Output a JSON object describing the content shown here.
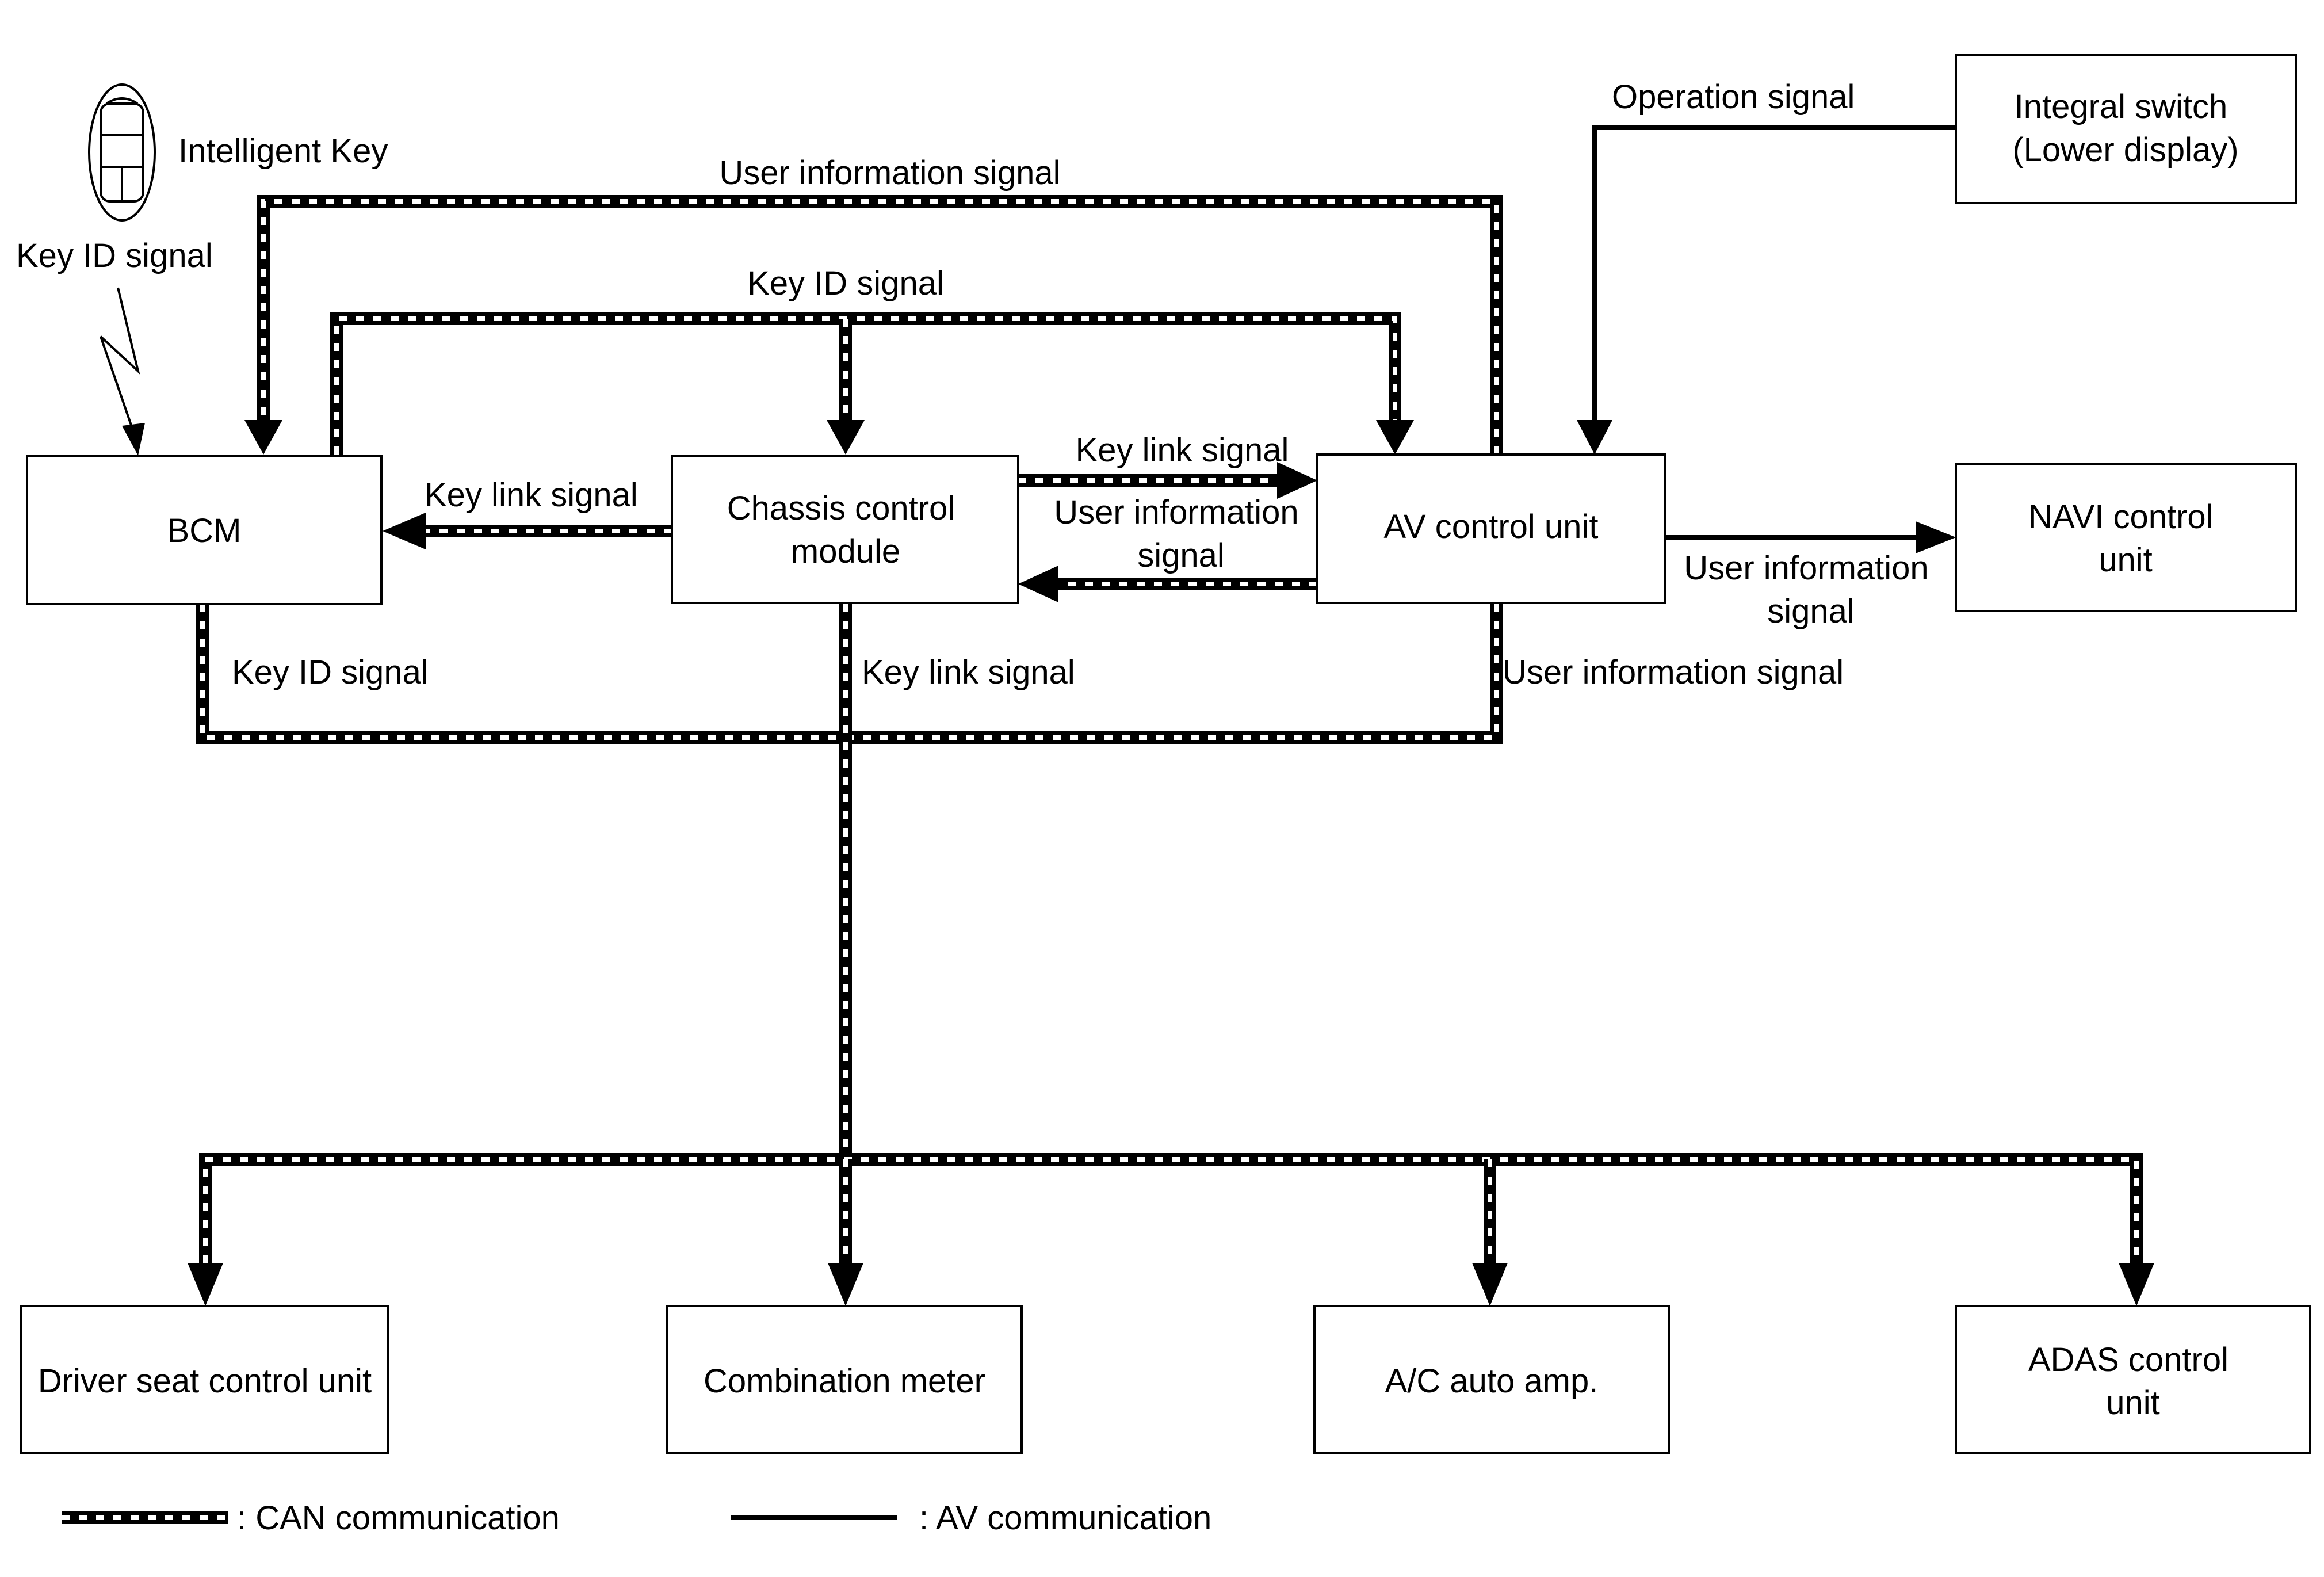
{
  "units": {
    "bcm": [
      "BCM"
    ],
    "chassis": [
      "Chassis control",
      "module"
    ],
    "av": [
      "AV control unit"
    ],
    "navi": [
      "NAVI control",
      "unit"
    ],
    "integral": [
      "Integral switch",
      "(Lower display)"
    ],
    "driver_seat": [
      "Driver seat control unit"
    ],
    "combination_meter": [
      "Combination meter"
    ],
    "ac_amp": [
      "A/C auto amp."
    ],
    "adas": [
      "ADAS control",
      "unit"
    ],
    "intelligent_key": "Intelligent Key"
  },
  "signals": {
    "key_id_radio": "Key ID signal",
    "user_info_top": "User information signal",
    "key_id_top": "Key ID signal",
    "operation": "Operation signal",
    "key_link_to_bcm": "Key link signal",
    "key_link_to_av": "Key link signal",
    "user_info_to_chassis": [
      "User information",
      "signal"
    ],
    "user_info_to_navi": [
      "User information",
      "signal"
    ],
    "key_id_bcm_bus": "Key ID signal",
    "key_link_chassis_bus": "Key link signal",
    "user_info_av_bus": "User information signal"
  },
  "legend": {
    "can": ": CAN communication",
    "av": ": AV communication"
  }
}
